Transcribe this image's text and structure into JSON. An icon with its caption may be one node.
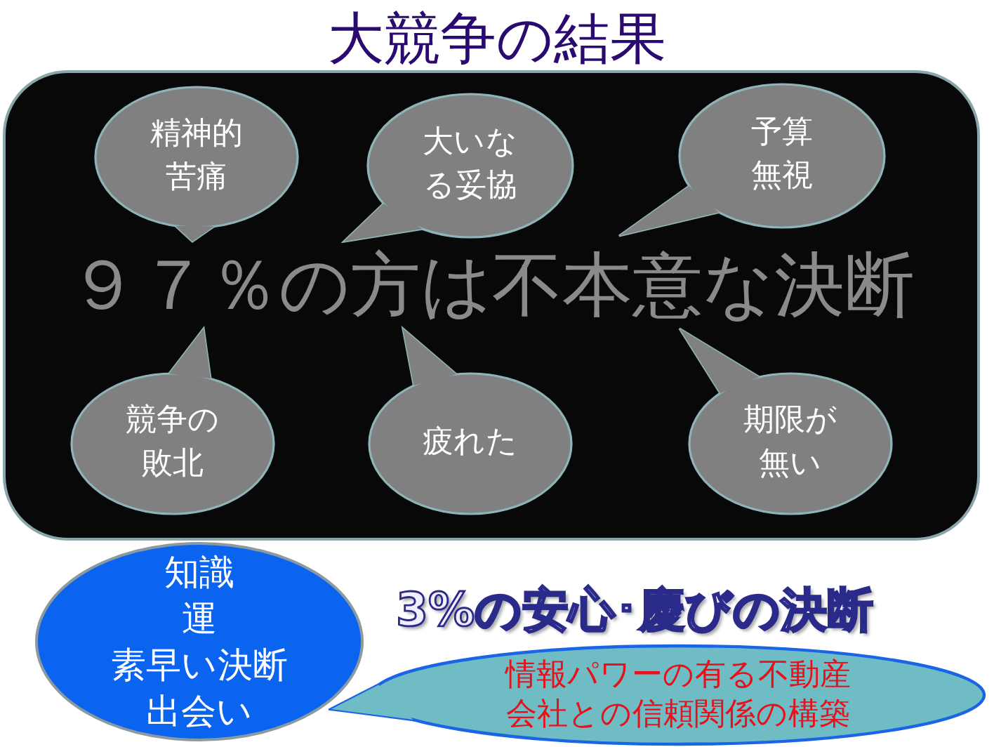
{
  "diagram": {
    "title": "大競争の結果",
    "nodes": [
      {
        "text": [
          "９７％の方は不本意な決断"
        ]
      },
      {
        "text": [
          "精神的苦痛"
        ],
        "in": 0
      },
      {
        "text": [
          "大いなる妥協"
        ],
        "in": 0
      },
      {
        "text": [
          "予算無視"
        ],
        "in": 0
      },
      {
        "text": [
          "競争の敗北"
        ],
        "in": 0
      },
      {
        "text": [
          "疲れた"
        ],
        "in": 0
      },
      {
        "text": [
          "期限が無い"
        ],
        "in": 0
      },
      {
        "text": [
          "知識",
          "運",
          "素早い決断",
          "出会い"
        ]
      },
      {
        "text": [
          "情報パワーの有る不動産会社との信頼関係の構築"
        ]
      }
    ],
    "edges": [],
    "labels": [
      "3%の安心･慶びの決断"
    ]
  }
}
